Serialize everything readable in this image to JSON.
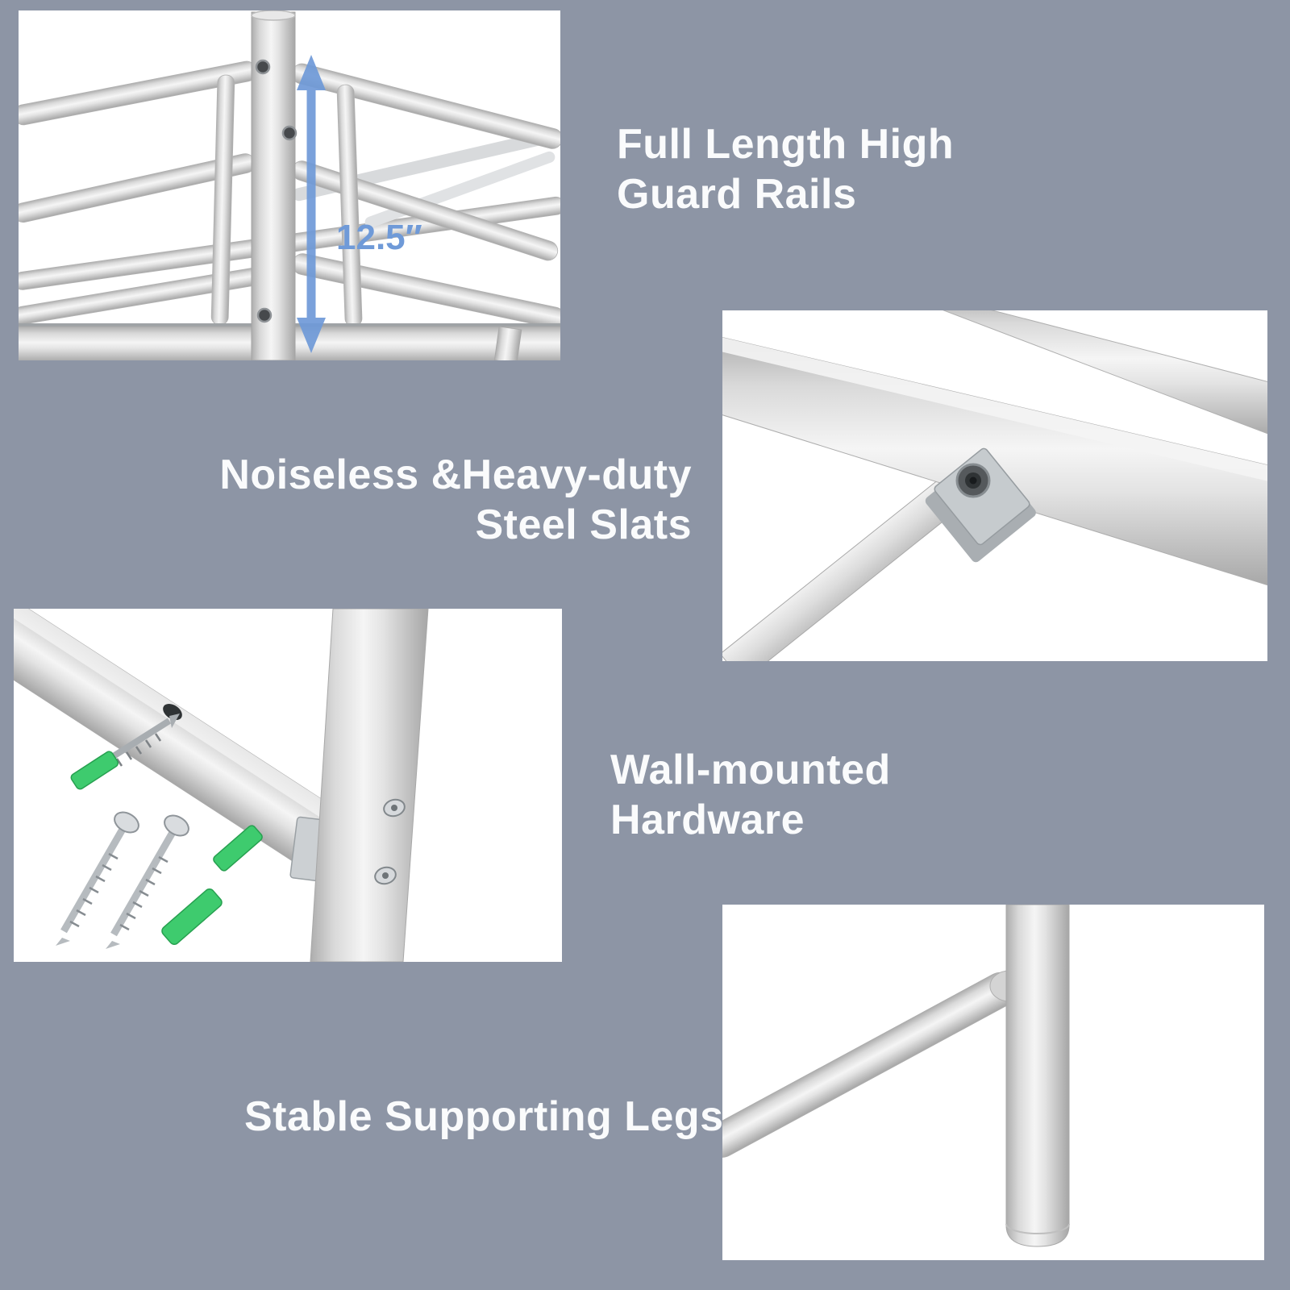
{
  "page": {
    "background": "#8d95a5",
    "text_color": "#fafbfc"
  },
  "captions": {
    "guard_rails": {
      "line1": "Full Length High",
      "line2": "Guard Rails"
    },
    "steel_slats": {
      "line1": "Noiseless &Heavy-duty",
      "line2": "Steel Slats"
    },
    "wall_hardware": {
      "line1": "Wall-mounted",
      "line2": "Hardware"
    },
    "support_legs": {
      "line1": "Stable Supporting Legs"
    }
  },
  "measurement": {
    "label": "12.5″"
  },
  "colors": {
    "arrow_blue": "#6f9ad8",
    "anchor_green": "#3ecb6e"
  }
}
